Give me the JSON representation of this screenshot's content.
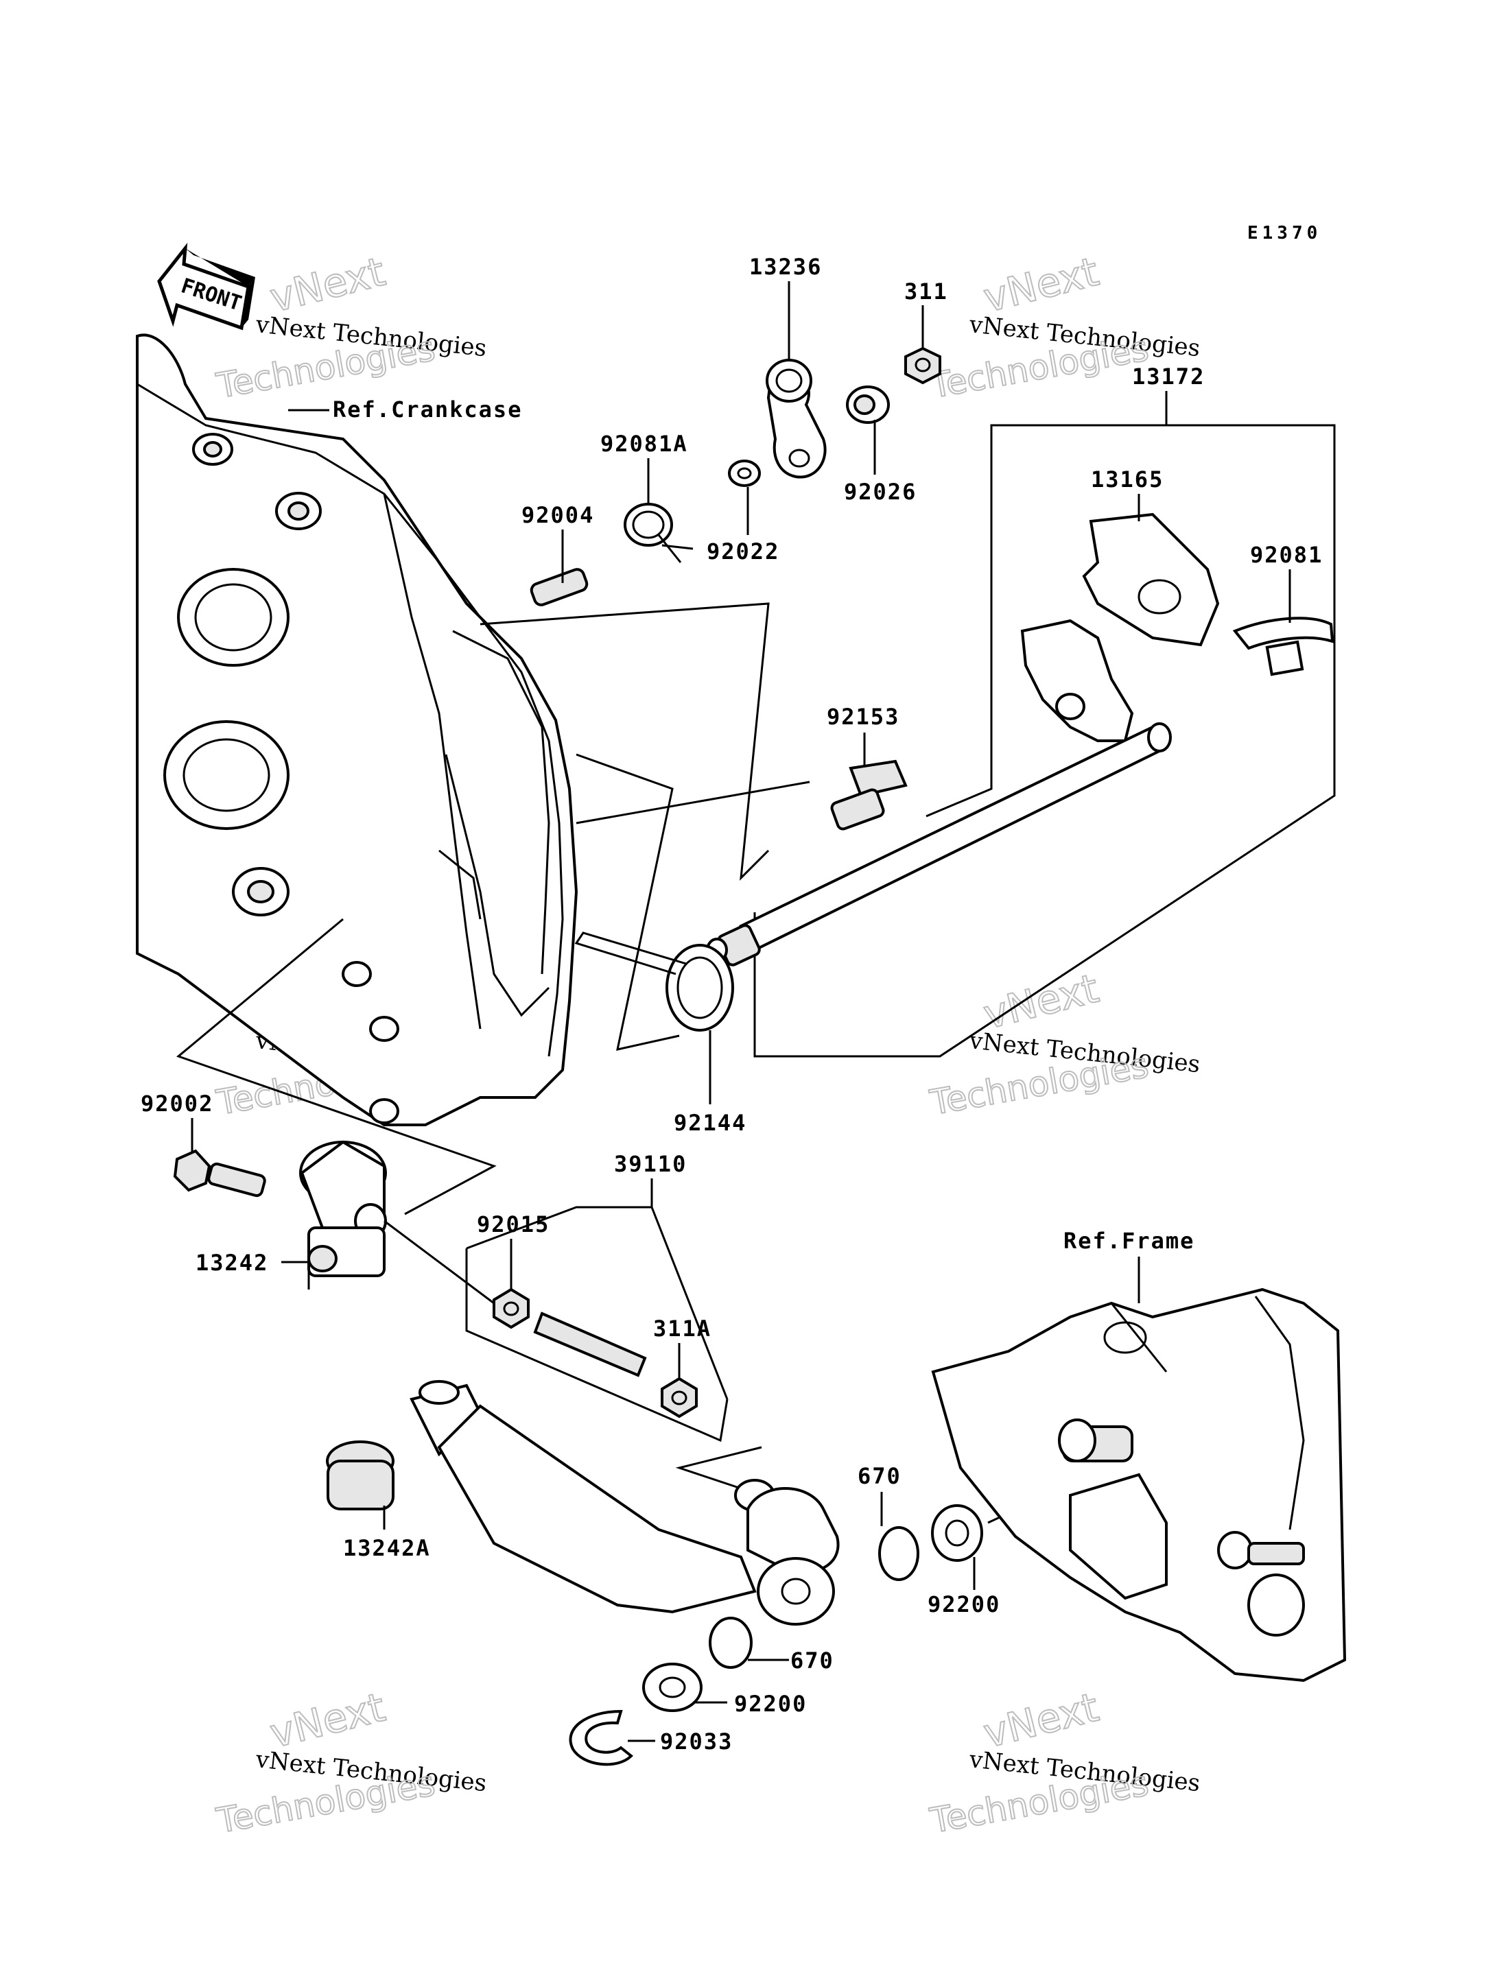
{
  "diagram_code": "E1370",
  "front_label": "FRONT",
  "references": {
    "crankcase": "Ref.Crankcase",
    "frame": "Ref.Frame"
  },
  "parts": [
    {
      "id": "13236",
      "label": "13236"
    },
    {
      "id": "311",
      "label": "311"
    },
    {
      "id": "13172",
      "label": "13172"
    },
    {
      "id": "92081A",
      "label": "92081A"
    },
    {
      "id": "92004",
      "label": "92004"
    },
    {
      "id": "92022",
      "label": "92022"
    },
    {
      "id": "92026",
      "label": "92026"
    },
    {
      "id": "13165",
      "label": "13165"
    },
    {
      "id": "92081",
      "label": "92081"
    },
    {
      "id": "92153",
      "label": "92153"
    },
    {
      "id": "92144",
      "label": "92144"
    },
    {
      "id": "92002",
      "label": "92002"
    },
    {
      "id": "39110",
      "label": "39110"
    },
    {
      "id": "92015",
      "label": "92015"
    },
    {
      "id": "13242",
      "label": "13242"
    },
    {
      "id": "311A",
      "label": "311A"
    },
    {
      "id": "670_top",
      "label": "670"
    },
    {
      "id": "13242A",
      "label": "13242A"
    },
    {
      "id": "92200_right",
      "label": "92200"
    },
    {
      "id": "670_bottom",
      "label": "670"
    },
    {
      "id": "92200_bottom",
      "label": "92200"
    },
    {
      "id": "92033",
      "label": "92033"
    }
  ],
  "watermark": {
    "line1": "vNext",
    "line2": "vNext Technologies",
    "line3": "Technologies"
  }
}
